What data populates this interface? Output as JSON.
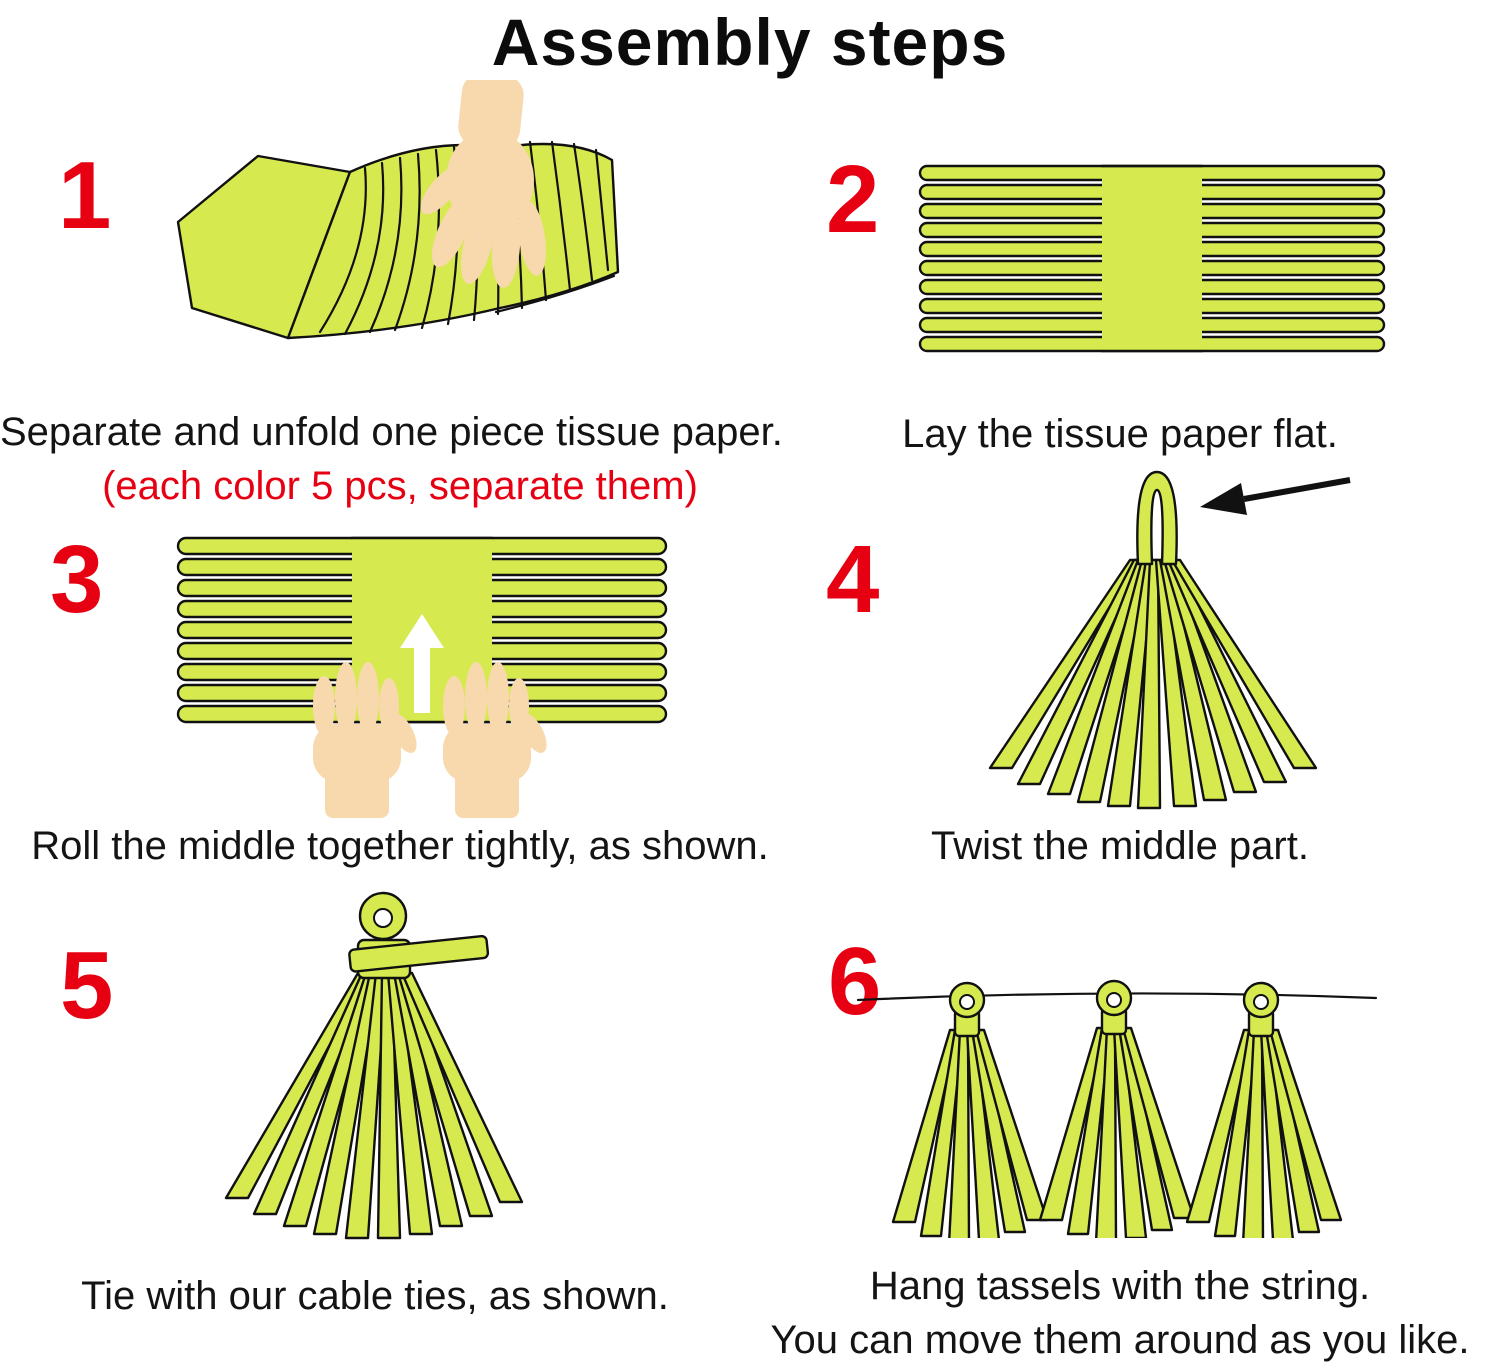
{
  "title": "Assembly steps",
  "colors": {
    "paper": "#d6e94e",
    "red": "#e60012",
    "hand": "#f7d9ad",
    "ink": "#111111"
  },
  "steps": [
    {
      "number": "1",
      "caption": "Separate and unfold one piece tissue paper.",
      "note": "(each color 5 pcs, separate them)",
      "alt": "hand separating a fringed tissue paper sheet"
    },
    {
      "number": "2",
      "caption": "Lay the tissue paper flat.",
      "alt": "fringed tissue paper lying flat"
    },
    {
      "number": "3",
      "caption": "Roll the middle together tightly, as shown.",
      "alt": "two hands rolling the middle of the fringed paper, arrow up"
    },
    {
      "number": "4",
      "caption": "Twist the middle part.",
      "alt": "tassel with twisted middle, arrow pointing to the twist"
    },
    {
      "number": "5",
      "caption": "Tie with our cable ties, as shown.",
      "alt": "tassel loop fixed with a cable tie"
    },
    {
      "number": "6",
      "caption": "Hang tassels with the string.",
      "caption2": "You can move them around as you like.",
      "alt": "three tassels hanging on a string"
    }
  ]
}
